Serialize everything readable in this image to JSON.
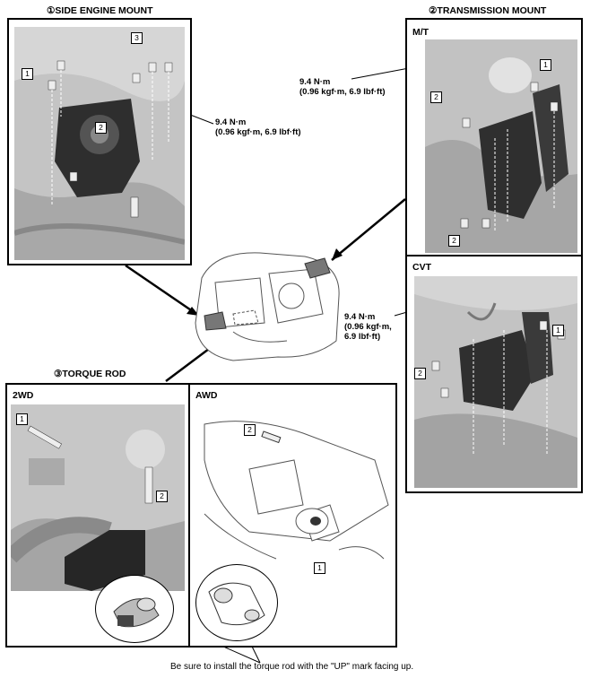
{
  "sections": {
    "side_engine_mount": {
      "number": "①",
      "title": "SIDE ENGINE MOUNT"
    },
    "transmission_mount": {
      "number": "②",
      "title": "TRANSMISSION MOUNT"
    },
    "torque_rod": {
      "number": "③",
      "title": "TORQUE ROD"
    }
  },
  "sub_labels": {
    "mt": "M/T",
    "cvt": "CVT",
    "two_wd": "2WD",
    "awd": "AWD"
  },
  "callouts": {
    "one": "1",
    "two": "2",
    "three": "3"
  },
  "torque_spec": {
    "value": "9.4 N·m",
    "detail": "(0.96 kgf·m, 6.9 lbf·ft)",
    "detail_line1": "(0.96 kgf·m,",
    "detail_line2": "6.9 lbf·ft)"
  },
  "note": "Be sure to install the torque rod with the \"UP\" mark facing up."
}
